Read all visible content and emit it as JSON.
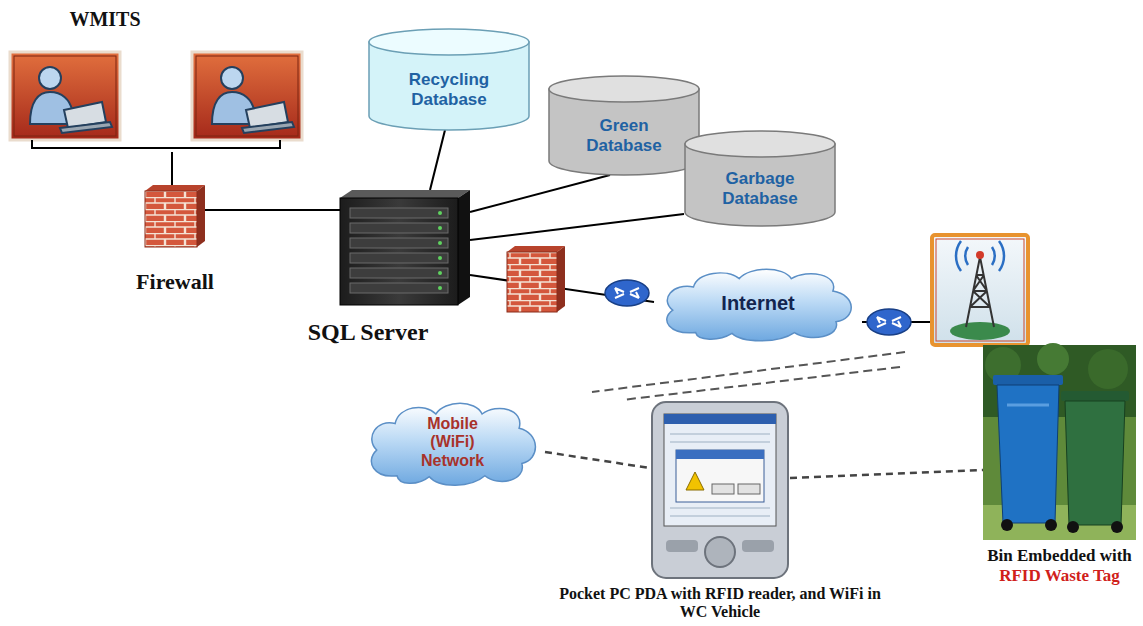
{
  "diagram": {
    "nodes": [
      {
        "text": [
          "WMITS"
        ]
      },
      {
        "text": [
          "Firewall"
        ]
      },
      {
        "text": [
          "SQL Server"
        ]
      },
      {
        "text": [
          "Recycling Database"
        ]
      },
      {
        "text": [
          "Green Database"
        ]
      },
      {
        "text": [
          "Garbage Database"
        ]
      },
      {
        "text": [
          "Internet"
        ]
      },
      {
        "text": [
          "Mobile (WiFi) Network"
        ]
      },
      {
        "text": [
          "Pocket PC PDA with RFID reader, and WiFi in WC Vehicle"
        ]
      },
      {
        "text": [
          "Bin Embedded with",
          "RFID Waste Tag"
        ]
      }
    ],
    "edges": [
      {
        "from": 0,
        "to": 1,
        "arrow": "none"
      },
      {
        "from": 1,
        "to": 2,
        "arrow": "none"
      },
      {
        "from": 2,
        "to": 3,
        "arrow": "none"
      },
      {
        "from": 2,
        "to": 4,
        "arrow": "none"
      },
      {
        "from": 2,
        "to": 5,
        "arrow": "none"
      },
      {
        "from": 2,
        "to": 6,
        "arrow": "none"
      },
      {
        "from": 7,
        "to": 8,
        "arrow": "none"
      },
      {
        "from": 8,
        "to": 9,
        "arrow": "none"
      }
    ]
  }
}
